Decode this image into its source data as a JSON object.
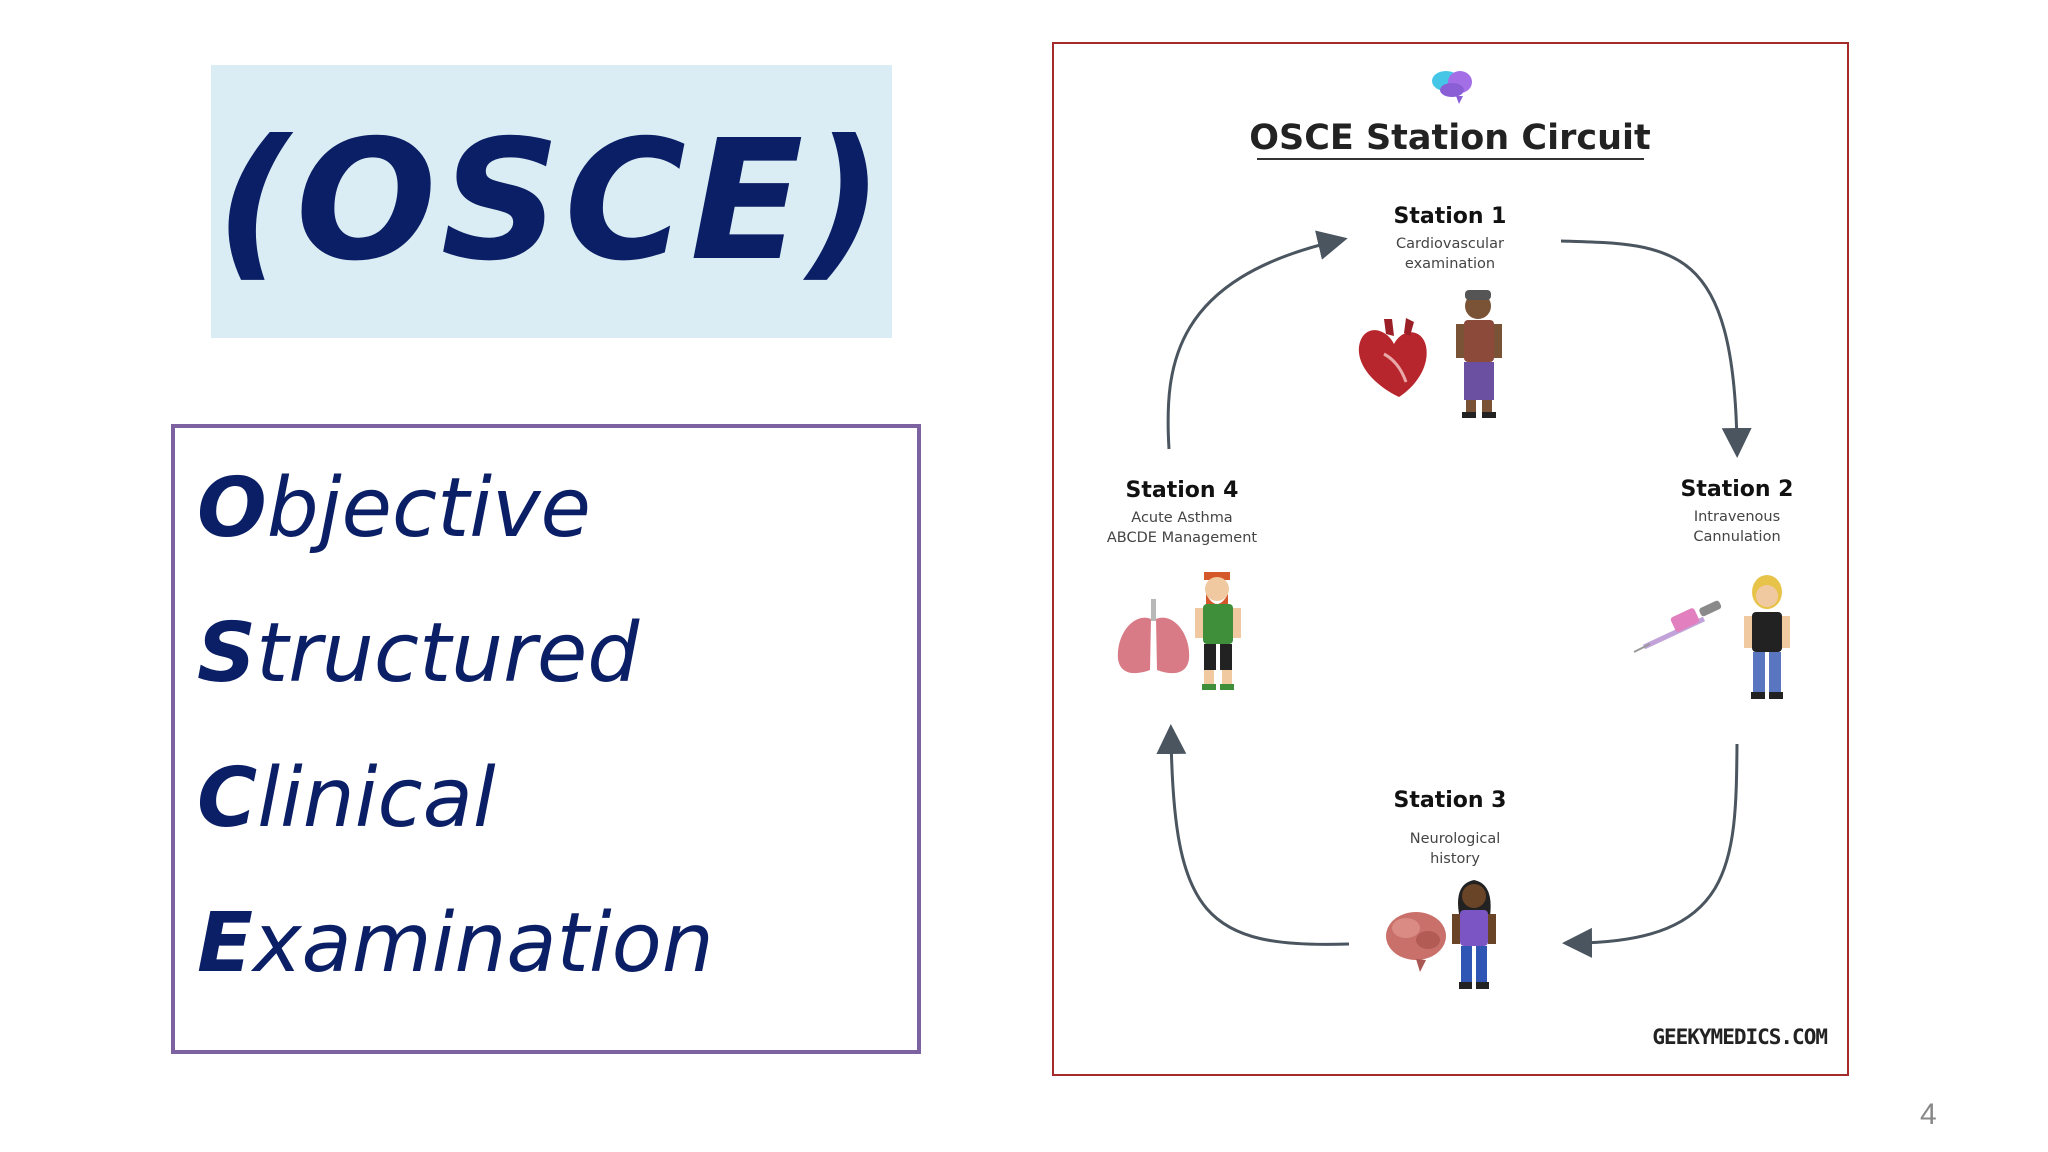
{
  "slide": {
    "title": "(OSCE)",
    "acronym": [
      {
        "initial": "O",
        "rest": "bjective"
      },
      {
        "initial": "S",
        "rest": "tructured"
      },
      {
        "initial": "C",
        "rest": "linical"
      },
      {
        "initial": "E",
        "rest": "xamination"
      }
    ],
    "page_number": "4"
  },
  "figure": {
    "title": "OSCE Station Circuit",
    "stations": [
      {
        "title": "Station 1",
        "lines": [
          "Cardiovascular",
          "examination"
        ]
      },
      {
        "title": "Station 2",
        "lines": [
          "Intravenous",
          "Cannulation"
        ]
      },
      {
        "title": "Station 3",
        "lines": [
          "Neurological",
          "history"
        ]
      },
      {
        "title": "Station 4",
        "lines": [
          "Acute Asthma",
          "ABCDE Management"
        ]
      }
    ],
    "watermark": "GEEKYMEDICS.COM",
    "colors": {
      "arrow": "#4a555f",
      "border": "#a52a2a",
      "title": "#0b1f66"
    }
  }
}
